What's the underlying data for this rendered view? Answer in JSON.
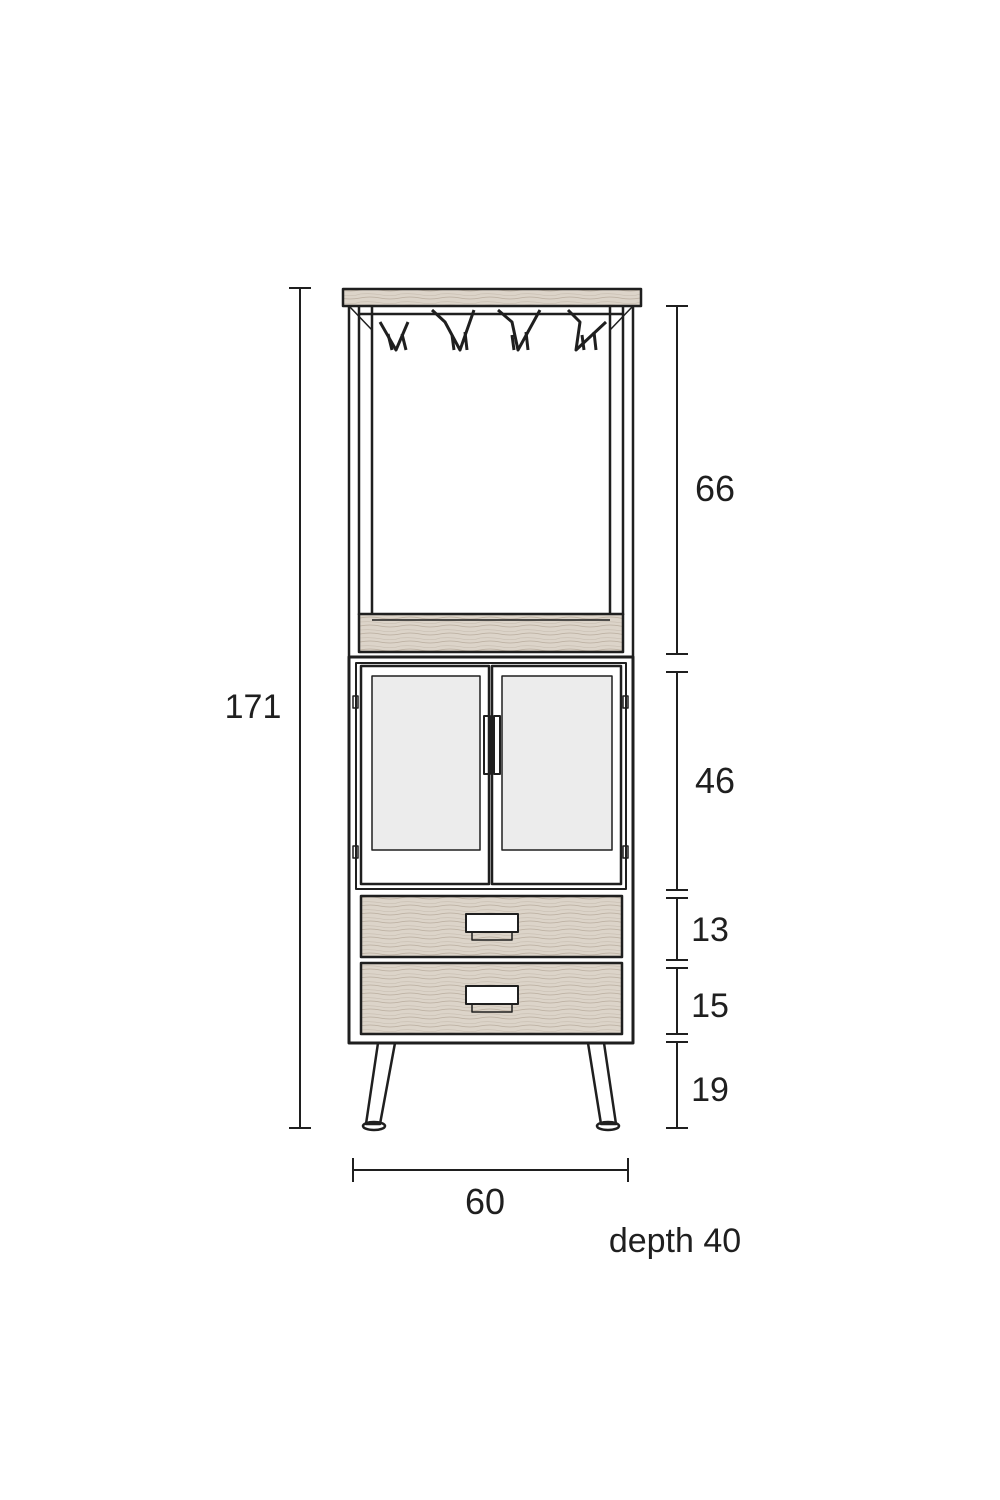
{
  "dimensions": {
    "total_height": "171",
    "open_shelf_height": "66",
    "door_section_height": "46",
    "upper_drawer_height": "13",
    "lower_drawer_height": "15",
    "leg_height": "19",
    "width": "60",
    "depth": "depth 40"
  },
  "colors": {
    "line": "#1f1f1f",
    "wood": "#d9d2c8",
    "glass": "#ececec",
    "background": "#ffffff"
  }
}
